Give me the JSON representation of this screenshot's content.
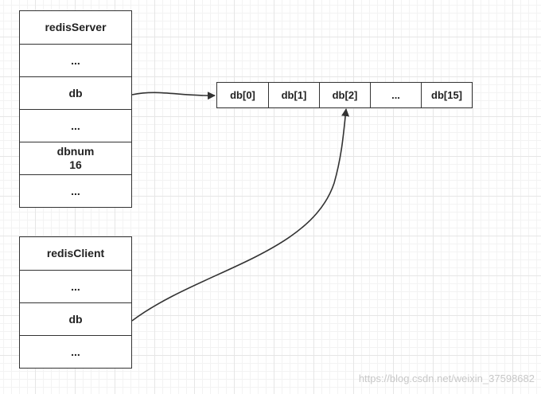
{
  "redisServer": {
    "cells": [
      "redisServer",
      "...",
      "db",
      "...",
      "dbnum\n16",
      "..."
    ]
  },
  "redisClient": {
    "cells": [
      "redisClient",
      "...",
      "db",
      "..."
    ]
  },
  "db_array": {
    "slots": [
      "db[0]",
      "db[1]",
      "db[2]",
      "...",
      "db[15]"
    ]
  },
  "watermark": "https://blog.csdn.net/weixin_37598682"
}
